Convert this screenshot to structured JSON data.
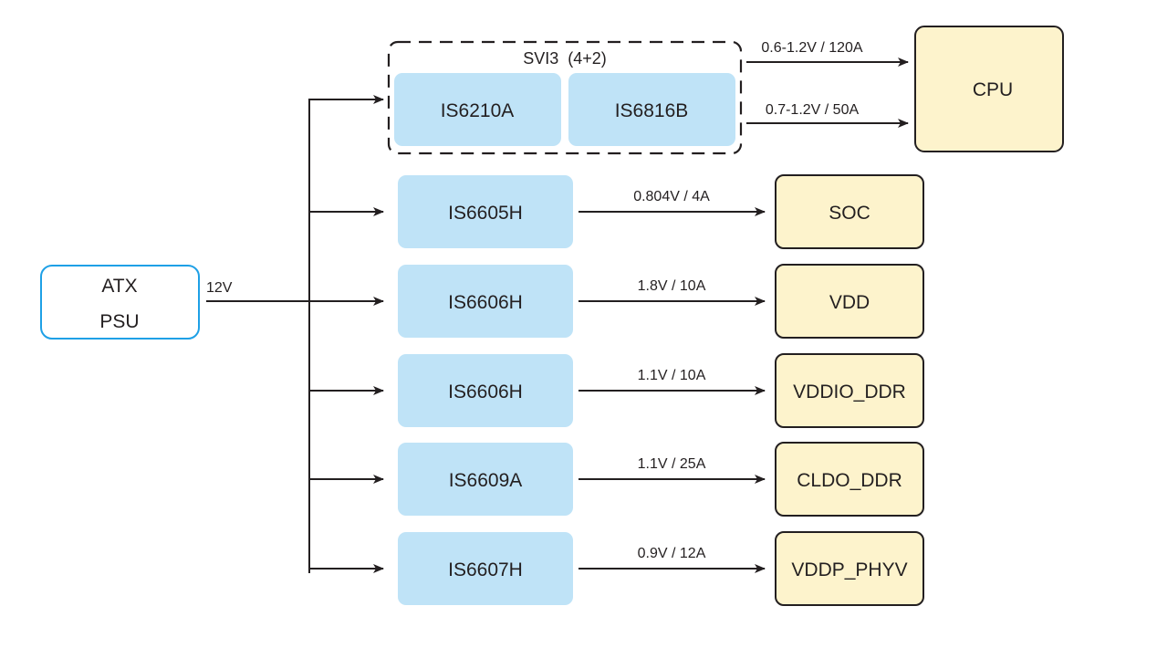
{
  "source": {
    "line1": "ATX",
    "line2": "PSU",
    "output_label": "12V"
  },
  "svi_group": {
    "title": "SVI3  (4+2)",
    "regulators": [
      "IS6210A",
      "IS6816B"
    ],
    "rails": [
      {
        "label": "0.6-1.2V / 120A"
      },
      {
        "label": "0.7-1.2V / 50A"
      }
    ],
    "load": "CPU"
  },
  "rows": [
    {
      "regulator": "IS6605H",
      "rail": "0.804V / 4A",
      "load": "SOC"
    },
    {
      "regulator": "IS6606H",
      "rail": "1.8V / 10A",
      "load": "VDD"
    },
    {
      "regulator": "IS6606H",
      "rail": "1.1V / 10A",
      "load": "VDDIO_DDR"
    },
    {
      "regulator": "IS6609A",
      "rail": "1.1V / 25A",
      "load": "CLDO_DDR"
    },
    {
      "regulator": "IS6607H",
      "rail": "0.9V / 12A",
      "load": "VDDP_PHYV"
    }
  ],
  "colors": {
    "regulator_fill": "#bfe3f7",
    "load_fill": "#fdf3cc",
    "psu_border": "#1ea0e6",
    "line": "#231f20"
  }
}
